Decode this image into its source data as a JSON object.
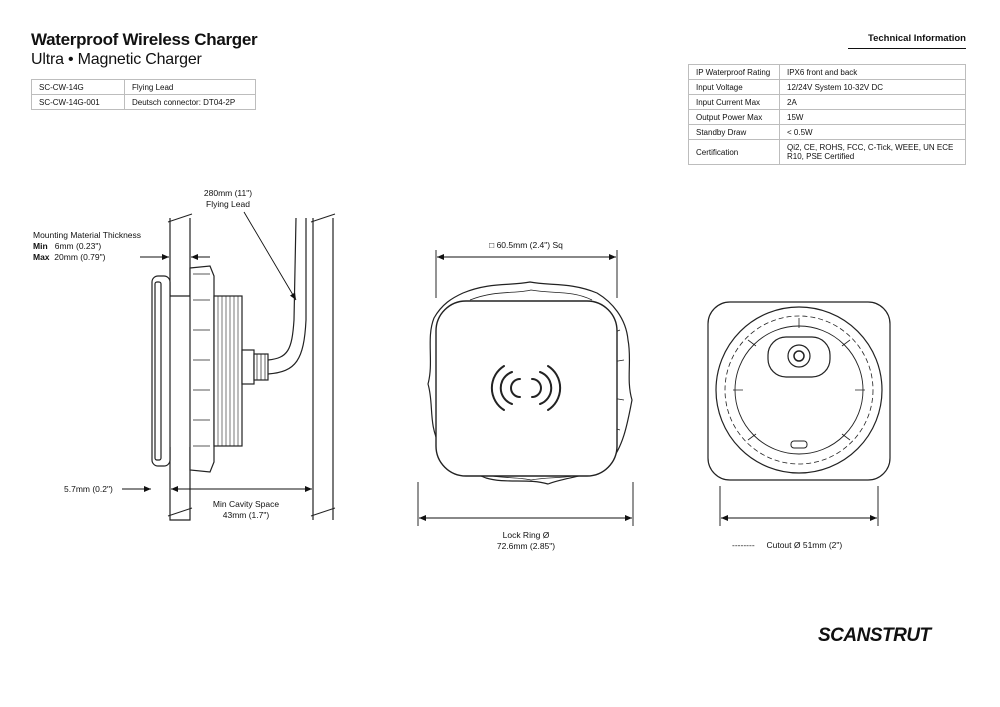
{
  "header": {
    "title": "Waterproof Wireless Charger",
    "subtitle": "Ultra • Magnetic Charger"
  },
  "models": [
    {
      "code": "SC-CW-14G",
      "description": "Flying Lead"
    },
    {
      "code": "SC-CW-14G-001",
      "description": "Deutsch connector: DT04-2P"
    }
  ],
  "technical": {
    "heading": "Technical Information",
    "rows": [
      {
        "key": "IP Waterproof Rating",
        "value": "IPX6 front and back"
      },
      {
        "key": "Input Voltage",
        "value": "12/24V System 10-32V DC"
      },
      {
        "key": "Input Current Max",
        "value": "2A"
      },
      {
        "key": "Output Power Max",
        "value": "15W"
      },
      {
        "key": "Standby Draw",
        "value": "< 0.5W"
      },
      {
        "key": "Certification",
        "value": "Qi2, CE, ROHS, FCC, C-Tick, WEEE, UN ECE R10, PSE Certified"
      }
    ]
  },
  "dimensions": {
    "flying_lead": {
      "value": "280mm (11\")",
      "label": "Flying Lead"
    },
    "mounting": {
      "label": "Mounting Material Thickness",
      "min_key": "Min",
      "min_val": "6mm (0.23\")",
      "max_key": "Max",
      "max_val": "20mm (0.79\")"
    },
    "offset": "5.7mm (0.2\")",
    "cavity": {
      "label": "Min Cavity Space",
      "value": "43mm (1.7\")"
    },
    "square": "□ 60.5mm (2.4\") Sq",
    "lock_ring": {
      "label": "Lock Ring Ø",
      "value": "72.6mm (2.85\")"
    },
    "cutout": {
      "dashes": "--------",
      "label": "Cutout Ø  51mm (2\")"
    }
  },
  "brand": {
    "logo": "SCANSTRUT"
  }
}
